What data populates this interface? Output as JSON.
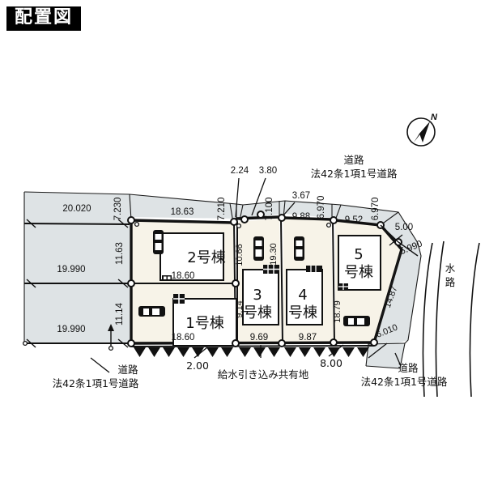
{
  "title": "配置図",
  "compass": {
    "north_label": "N"
  },
  "annotations": {
    "water_channel": "水路",
    "road_left_line1": "道路",
    "road_left_line2": "法42条1項1号道路",
    "road_top_line1": "道路",
    "road_top_line2": "法42条1項1号道路",
    "road_right_line1": "道路",
    "road_right_line2": "法42条1項1号道路",
    "shared_water_supply": "給水引き込み共有地",
    "width_2_00": "2.00",
    "width_8_00": "8.00"
  },
  "lots": [
    {
      "id": "lot-1",
      "label_line1": "1号棟",
      "bottom_dim": "18.60"
    },
    {
      "id": "lot-2",
      "label_line1": "2号棟",
      "bottom_dim": "18.60"
    },
    {
      "id": "lot-3",
      "label_line1": "3",
      "label_line2": "号棟",
      "bottom_dim": "9.69"
    },
    {
      "id": "lot-4",
      "label_line1": "4",
      "label_line2": "号棟",
      "bottom_dim": "9.87"
    },
    {
      "id": "lot-5",
      "label_line1": "5",
      "label_line2": "号棟",
      "bottom_dim": ""
    }
  ],
  "dimensions": {
    "left_top": "20.020",
    "left_mid": "19.990",
    "left_bottom": "19.990",
    "v_7_230": "7.230",
    "v_11_63": "11.63",
    "v_11_14": "11.14",
    "top_18_63": "18.63",
    "v_7_210": "7.210",
    "top_2_24": "2.24",
    "top_3_80": "3.80",
    "v_7_100": "7.100",
    "top_3_67": "3.67",
    "top_9_88": "9.88",
    "v_6_970_a": "6.970",
    "top_9_52": "9.52",
    "v_6_970_b": "6.970",
    "top_5_00": "5.00",
    "d_5_990": "5.990",
    "v_10_66": "10.66",
    "v_19_30": "19.30",
    "v_9_14": "9.14",
    "v_18_79": "18.79",
    "v_14_87": "14.87",
    "d_6_010": "6.010"
  },
  "icons": {
    "car_vertical": "car-icon",
    "car_horizontal": "car-icon",
    "compass": "compass-icon"
  },
  "colors": {
    "road": "#dee3e5",
    "lot": "#f7f3e8",
    "house": "#ffffff",
    "ink": "#111111"
  }
}
